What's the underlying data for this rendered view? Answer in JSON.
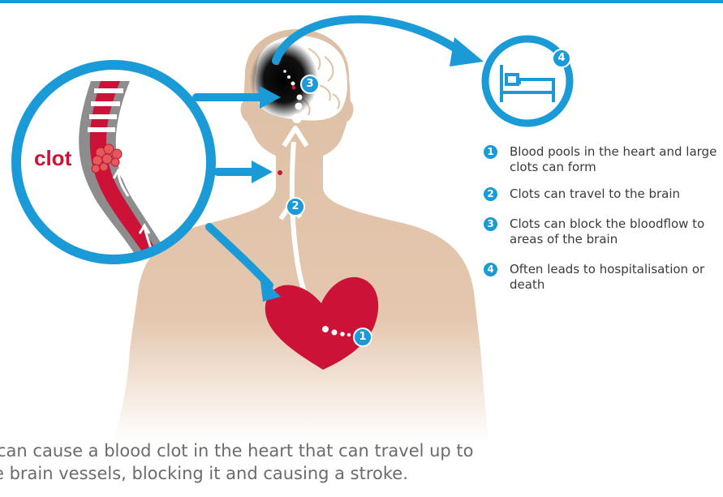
{
  "clot_label": "clot",
  "legend": [
    {
      "num": "1",
      "text": "Blood pools in the heart and large clots can form"
    },
    {
      "num": "2",
      "text": "Clots can travel to the brain"
    },
    {
      "num": "3",
      "text": "Clots can block the bloodflow to areas of the brain"
    },
    {
      "num": "4",
      "text": "Often leads to hospitalisation or death"
    }
  ],
  "step_badges": [
    "1",
    "2",
    "3",
    "4"
  ],
  "caption": {
    "line1": "can cause a blood clot in the heart that can travel up to",
    "line2": "e brain vessels, blocking it and causing a stroke."
  },
  "colors": {
    "accent": "#1a9ad6",
    "blood": "#cc1237",
    "skin": "#e3c2a4",
    "text": "#3a3a3a"
  },
  "icons": [
    "hospital-bed-icon"
  ]
}
